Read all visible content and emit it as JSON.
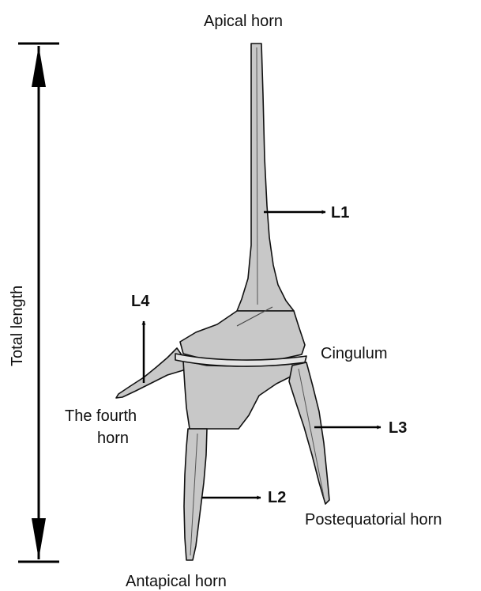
{
  "labels": {
    "apical_horn": "Apical horn",
    "total_length": "Total length",
    "l1": "L1",
    "l4": "L4",
    "cingulum": "Cingulum",
    "fourth_horn_line1": "The fourth",
    "fourth_horn_line2": "horn",
    "l3": "L3",
    "l2": "L2",
    "postequatorial_horn": "Postequatorial horn",
    "antapical_horn": "Antapical horn"
  },
  "colors": {
    "body_fill": "#c8c8c8",
    "outline": "#111111",
    "arrow": "#000000"
  }
}
